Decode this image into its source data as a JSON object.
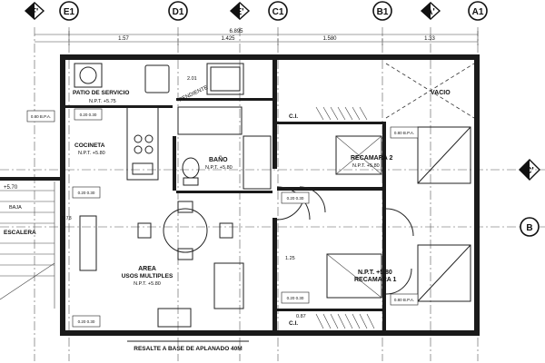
{
  "axes": {
    "top": [
      "F'",
      "E1",
      "D1",
      "E'",
      "C1",
      "B1",
      "A'",
      "A1"
    ],
    "right": [
      "C'",
      "B"
    ]
  },
  "dimensions": {
    "total": "6.895",
    "segments": [
      "1.57",
      "1.425",
      "1.580",
      "1.33"
    ]
  },
  "rooms": {
    "patio": {
      "name": "PATIO DE SERVICIO",
      "level": "N.P.T. +5.75"
    },
    "cocineta": {
      "name": "COCINETA",
      "level": "N.P.T. +5.80"
    },
    "bano": {
      "name": "BAÑO",
      "level": "N.P.T. +5.80"
    },
    "recamara2": {
      "name": "RECAMARA 2",
      "level": "N.P.T. +5.80"
    },
    "recamara1": {
      "name": "RECAMARA 1",
      "level": "N.P.T. +5.80"
    },
    "area": {
      "name": "AREA",
      "subtitle": "USOS MULTIPLES",
      "level": "N.P.T. +5.80"
    },
    "escalera": {
      "name": "ESCALERA"
    },
    "vacio": {
      "name": "VACIO"
    },
    "pendiente": {
      "name": "PENDIENTE"
    }
  },
  "labels": {
    "c1_top": "C.I.",
    "c1_bottom": "C.I.",
    "baja": "BAJA",
    "level_570": "+5.70",
    "level_578": "5.78",
    "dim_125": "1.25",
    "dim_087": "0.87",
    "dim_201": "2.01",
    "tag_chico": "0.20  0.30",
    "sub_chico": "0.80 B.P.A.",
    "bottom_note": "RESALTE A BASE DE APLANADO 40M"
  }
}
